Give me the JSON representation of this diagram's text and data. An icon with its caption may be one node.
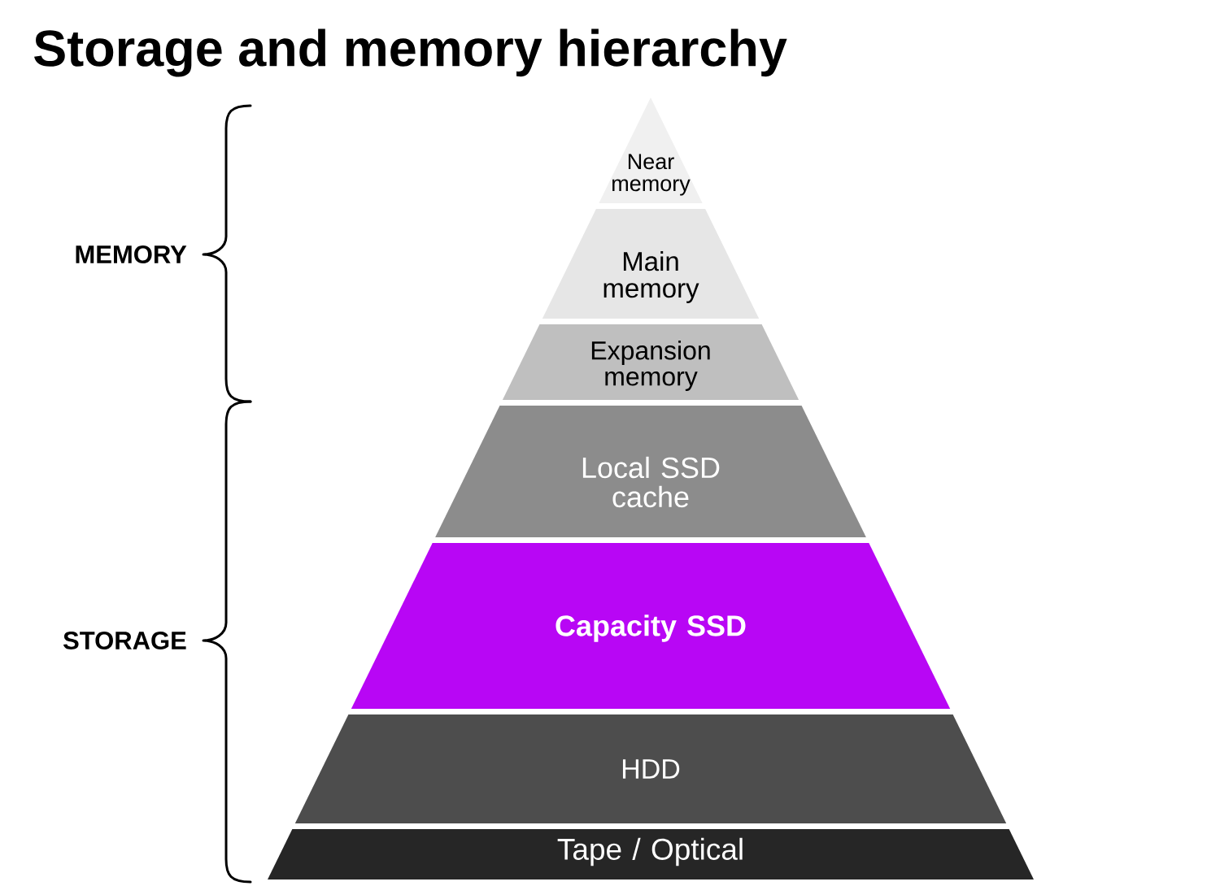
{
  "diagram": {
    "title": "Storage and memory hierarchy",
    "nodes": [
      {
        "text": [
          "Near memory"
        ]
      },
      {
        "text": [
          "Main memory"
        ]
      },
      {
        "text": [
          "Expansion memory"
        ]
      },
      {
        "text": [
          "Local SSD cache"
        ]
      },
      {
        "text": [
          "Capacity SSD"
        ]
      },
      {
        "text": [
          "HDD"
        ]
      },
      {
        "text": [
          "Tape / Optical"
        ]
      }
    ],
    "labels": [
      "MEMORY",
      "STORAGE"
    ]
  }
}
